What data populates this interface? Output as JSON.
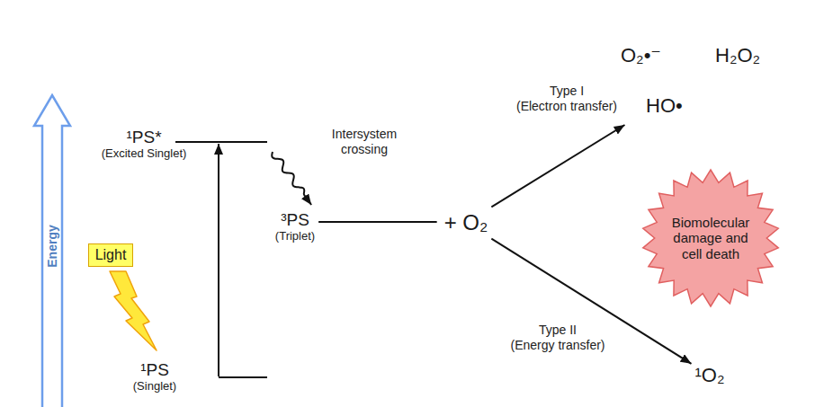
{
  "diagram": {
    "nodes": [
      {
        "text": [
          "Light"
        ]
      },
      {
        "text": [
          "¹PS*",
          "(Excited Singlet)"
        ]
      },
      {
        "text": [
          "³PS",
          "(Triplet)"
        ]
      },
      {
        "text": [
          "¹PS",
          "(Singlet)"
        ]
      },
      {
        "text": [
          "+ O₂"
        ]
      },
      {
        "text": [
          "O₂•⁻",
          "H₂O₂",
          "HO•"
        ]
      },
      {
        "text": [
          "Biomolecular damage and cell death"
        ]
      },
      {
        "text": [
          "¹O₂"
        ]
      }
    ],
    "edges": [
      {
        "from": 3,
        "to": 1,
        "arrow": "to"
      },
      {
        "from": 1,
        "to": 2,
        "label": "Intersystem crossing",
        "arrow": "to"
      },
      {
        "from": 2,
        "to": 4,
        "arrow": "none"
      },
      {
        "from": 4,
        "to": 5,
        "label": "Type I (Electron transfer)",
        "arrow": "to"
      },
      {
        "from": 4,
        "to": 7,
        "label": "Type II (Energy transfer)",
        "arrow": "to"
      }
    ],
    "labels": [
      "Energy"
    ]
  }
}
